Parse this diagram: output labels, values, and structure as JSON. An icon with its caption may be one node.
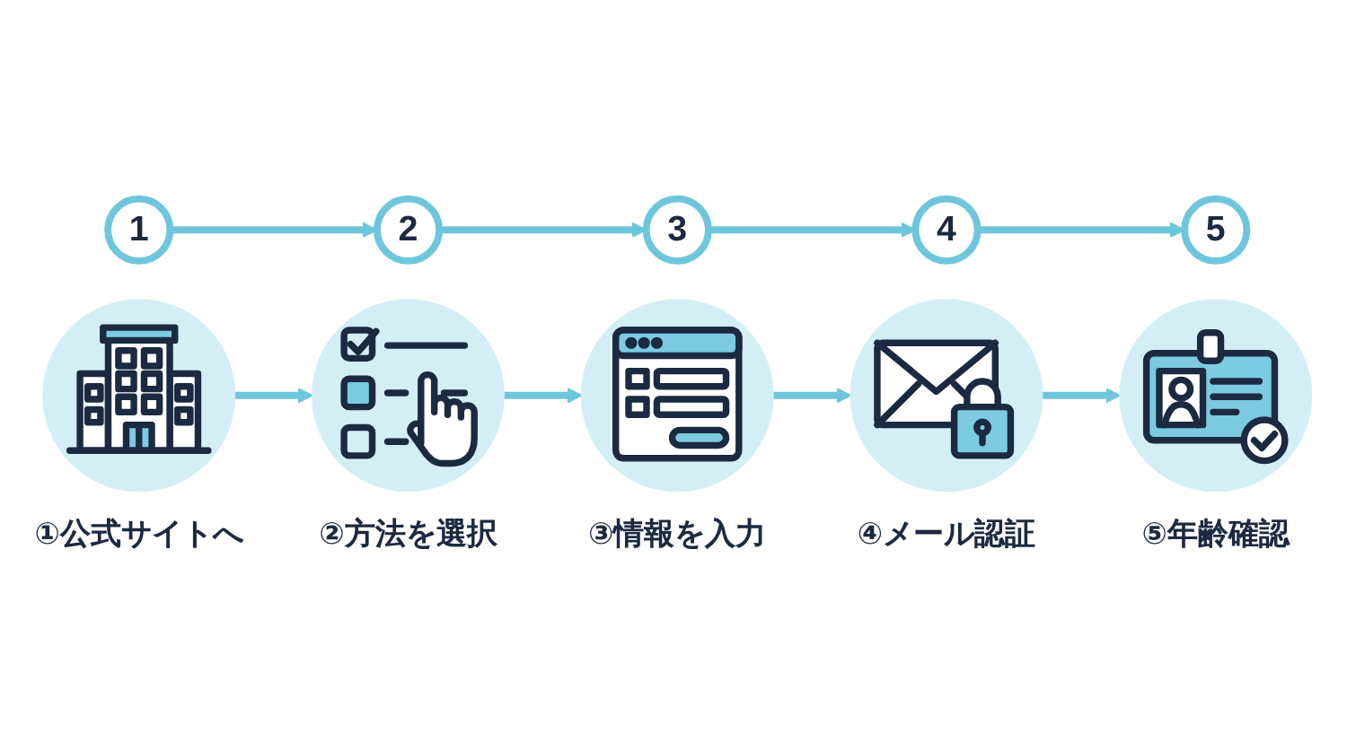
{
  "diagram": {
    "nodes": [
      {
        "text": [
          "1"
        ]
      },
      {
        "text": [
          "2"
        ]
      },
      {
        "text": [
          "3"
        ]
      },
      {
        "text": [
          "4"
        ]
      },
      {
        "text": [
          "5"
        ]
      },
      {
        "text": [],
        "shape": "circle",
        "beside": [
          "①公式サイトへ"
        ]
      },
      {
        "text": [],
        "shape": "circle",
        "beside": [
          "②方法を選択"
        ]
      },
      {
        "text": [],
        "shape": "circle",
        "beside": [
          "③情報を入力"
        ]
      },
      {
        "text": [],
        "shape": "circle",
        "beside": [
          "④メール認証"
        ]
      },
      {
        "text": [],
        "shape": "circle",
        "beside": [
          "⑤年齢確認"
        ]
      }
    ],
    "edges": [
      {
        "from": 0,
        "to": 1,
        "arrow": "to"
      },
      {
        "from": 1,
        "to": 2,
        "arrow": "to"
      },
      {
        "from": 2,
        "to": 3,
        "arrow": "to"
      },
      {
        "from": 3,
        "to": 4,
        "arrow": "to"
      },
      {
        "from": 5,
        "to": 6,
        "arrow": "to"
      },
      {
        "from": 6,
        "to": 7,
        "arrow": "to"
      },
      {
        "from": 7,
        "to": 8,
        "arrow": "to"
      },
      {
        "from": 8,
        "to": 9,
        "arrow": "to"
      }
    ]
  }
}
